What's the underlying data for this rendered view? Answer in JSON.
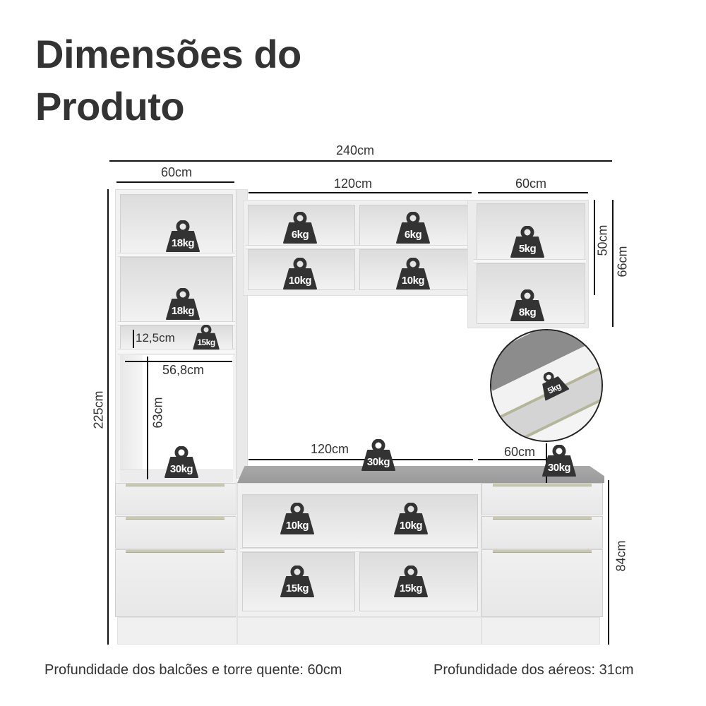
{
  "title": {
    "line1": "Dimensões do",
    "line2": "Produto"
  },
  "dimensions": {
    "total_width": "240cm",
    "tower_width": "60cm",
    "upper_middle_width": "120cm",
    "upper_right_width": "60cm",
    "total_height": "225cm",
    "upper_right_height_inner": "50cm",
    "upper_right_height_outer": "66cm",
    "tower_niche_height": "12,5cm",
    "oven_width": "56,8cm",
    "oven_height": "63cm",
    "counter_middle_width": "120cm",
    "counter_right_width": "60cm",
    "base_height": "84cm"
  },
  "weights": {
    "tower_shelf_1": "18kg",
    "tower_shelf_2": "18kg",
    "tower_niche": "15kg",
    "tower_oven": "30kg",
    "upper_mid_tl": "6kg",
    "upper_mid_tr": "6kg",
    "upper_mid_bl": "10kg",
    "upper_mid_br": "10kg",
    "upper_right_top": "5kg",
    "upper_right_bottom": "8kg",
    "drawer_detail": "5kg",
    "counter_middle": "30kg",
    "counter_right": "30kg",
    "base_mid_tl": "10kg",
    "base_mid_tr": "10kg",
    "base_mid_bl": "15kg",
    "base_mid_br": "15kg"
  },
  "footer": {
    "depth_base": "Profundidade dos balcões e torre quente: 60cm",
    "depth_upper": "Profundidade dos aéreos: 31cm"
  },
  "colors": {
    "text": "#333333",
    "weight_icon": "#333333",
    "countertop": "#a0a0a0",
    "handle": "#c8c9b0"
  }
}
